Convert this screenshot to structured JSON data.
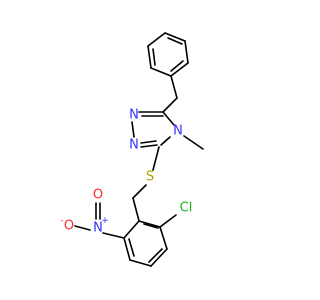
{
  "molecule": {
    "atoms": {
      "n1": {
        "symbol": "N",
        "color": "#3333ff"
      },
      "n2": {
        "symbol": "N",
        "color": "#3333ff"
      },
      "n4": {
        "symbol": "N",
        "color": "#3333ff"
      },
      "s": {
        "symbol": "S",
        "color": "#b2a000"
      },
      "cl": {
        "symbol": "Cl",
        "color": "#1fb31f"
      },
      "nnitro": {
        "symbol": "N",
        "charge": "+",
        "color": "#3333ff"
      },
      "onitro_double": {
        "symbol": "O",
        "color": "#ff2a2a"
      },
      "onitro_single": {
        "symbol": "O",
        "charge": "-",
        "color": "#ff2a2a"
      }
    },
    "bond_color": "#000000"
  }
}
